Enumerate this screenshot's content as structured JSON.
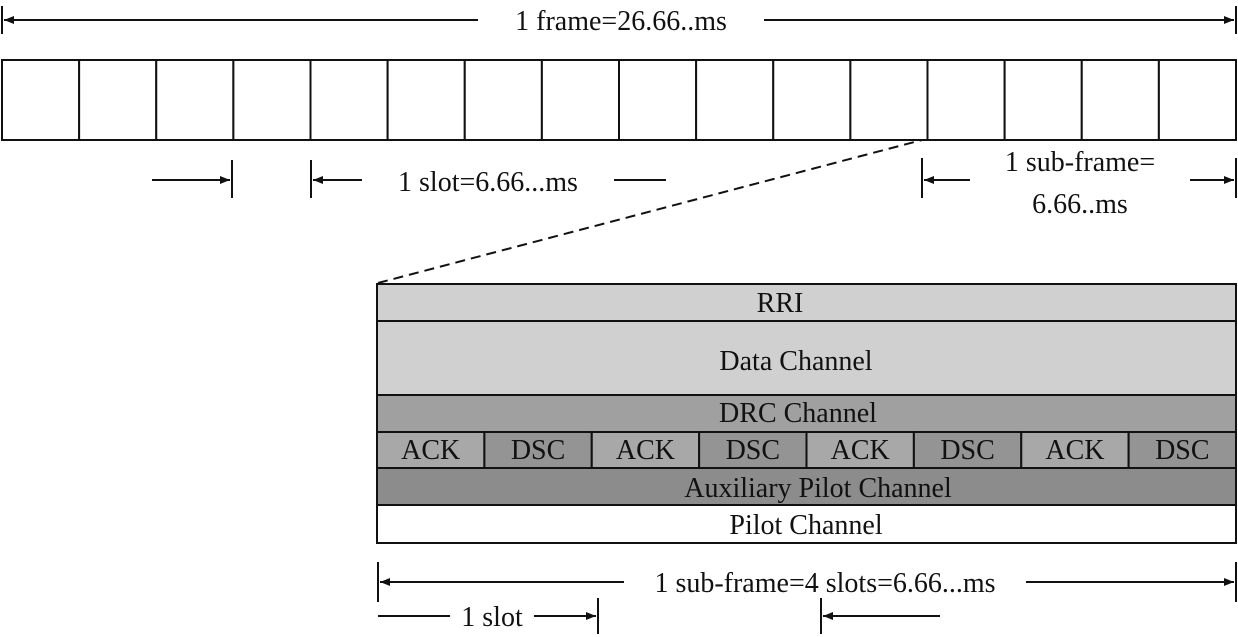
{
  "labels": {
    "frame": "1 frame=26.66..ms",
    "slot": "1 slot=6.66...ms",
    "subframe_line1": "1 sub-frame=",
    "subframe_line2": "6.66..ms",
    "subframe_bottom": "1 sub-frame=4 slots=6.66...ms",
    "slot_bottom": "1 slot"
  },
  "channels": {
    "rri": "RRI",
    "data": "Data Channel",
    "drc": "DRC Channel",
    "ack_dsc": [
      "ACK",
      "DSC",
      "ACK",
      "DSC",
      "ACK",
      "DSC",
      "ACK",
      "DSC"
    ],
    "aux_pilot": "Auxiliary Pilot Channel",
    "pilot": "Pilot Channel"
  },
  "frame_slot_count": 16,
  "colors": {
    "light_gray": "#d0d0d0",
    "mid_gray": "#a0a0a0",
    "dark_gray": "#8c8c8c",
    "ack_gray": "#a8a8a8",
    "dsc_gray": "#949494",
    "white": "#ffffff",
    "line": "#111111"
  }
}
